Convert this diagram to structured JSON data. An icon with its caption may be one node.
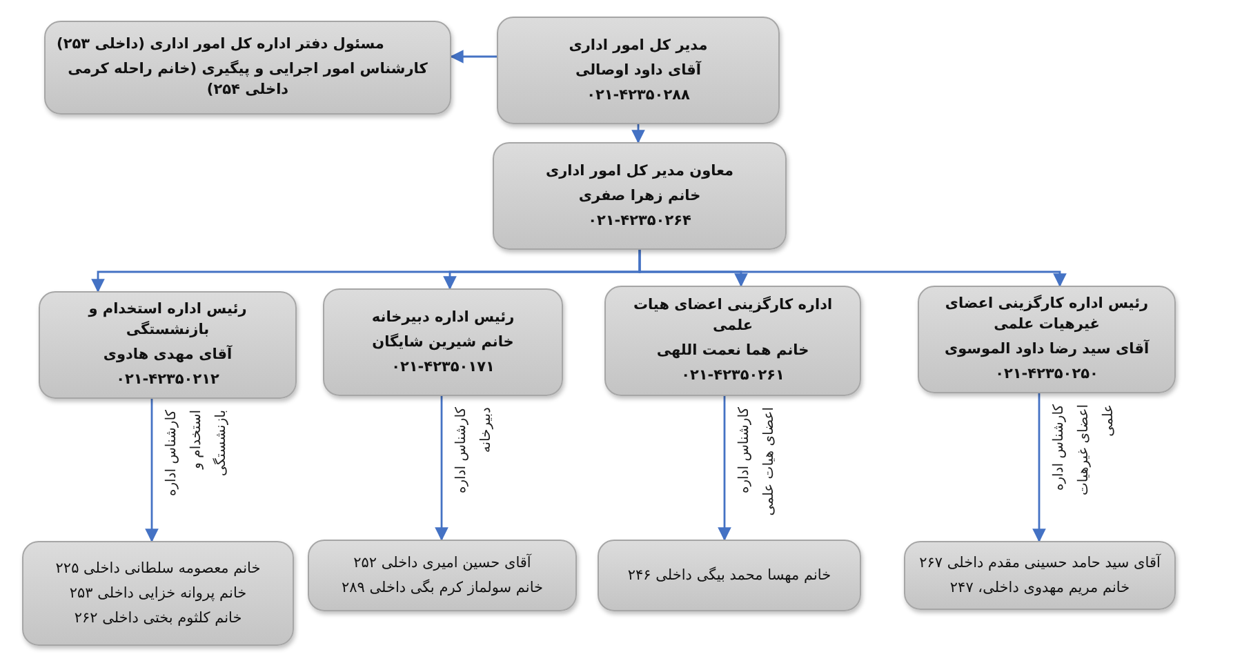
{
  "diagram": {
    "nodes": [
      {
        "text": [
          "مدیر کل امور اداری",
          "آقای داود اوصالی",
          "۰۲۱-۴۲۳۵۰۲۸۸"
        ]
      },
      {
        "text": [
          "مسئول دفتر اداره کل امور اداری (داخلی ۲۵۳)",
          "کارشناس امور اجرایی و پیگیری (خانم راحله کرمی داخلی ۲۵۴)"
        ]
      },
      {
        "text": [
          "معاون مدیر کل امور اداری",
          "خانم زهرا صفری",
          "۰۲۱-۴۲۳۵۰۲۶۴"
        ]
      },
      {
        "text": [
          "رئیس اداره کارگزینی اعضای غیرهیات علمی",
          "آقای سید رضا داود الموسوی",
          "۰۲۱-۴۲۳۵۰۲۵۰"
        ]
      },
      {
        "text": [
          "اداره کارگزینی اعضای هیات علمی",
          "خانم هما نعمت اللهی",
          "۰۲۱-۴۲۳۵۰۲۶۱"
        ]
      },
      {
        "text": [
          "رئیس اداره دبیرخانه",
          "خانم شیرین شایگان",
          "۰۲۱-۴۲۳۵۰۱۷۱"
        ]
      },
      {
        "text": [
          "رئیس اداره استخدام و بازنشستگی",
          "آقای مهدی هادوی",
          "۰۲۱-۴۲۳۵۰۲۱۲"
        ]
      },
      {
        "text": [
          "آقای سید حامد حسینی مقدم  داخلی ۲۶۷",
          "خانم مریم مهدوی داخلی، ۲۴۷"
        ]
      },
      {
        "text": [
          "خانم مهسا محمد بیگی داخلی ۲۴۶"
        ]
      },
      {
        "text": [
          "آقای حسین امیری داخلی ۲۵۲",
          "خانم سولماز کرم بگی داخلی ۲۸۹"
        ]
      },
      {
        "text": [
          "خانم معصومه سلطانی داخلی ۲۲۵",
          "خانم پروانه خزایی داخلی ۲۵۳",
          "خانم کلثوم بختی داخلی ۲۶۲"
        ]
      }
    ],
    "edges": [
      {
        "from": 0,
        "to": 1,
        "arrow": "to"
      },
      {
        "from": 0,
        "to": 2,
        "arrow": "to"
      },
      {
        "from": 2,
        "to": 3,
        "arrow": "to"
      },
      {
        "from": 2,
        "to": 4,
        "arrow": "to"
      },
      {
        "from": 2,
        "to": 5,
        "arrow": "to"
      },
      {
        "from": 2,
        "to": 6,
        "arrow": "to"
      },
      {
        "from": 3,
        "to": 7,
        "arrow": "to",
        "label": "کارشناس اداره اعضای غیرهیات علمی"
      },
      {
        "from": 4,
        "to": 8,
        "arrow": "to",
        "label": "کارشناس اداره اعضای هیات علمی"
      },
      {
        "from": 5,
        "to": 9,
        "arrow": "to",
        "label": "کارشناس اداره دبیرخانه"
      },
      {
        "from": 6,
        "to": 10,
        "arrow": "to",
        "label": "کارشناس اداره استخدام و بازنشستگی"
      }
    ]
  }
}
